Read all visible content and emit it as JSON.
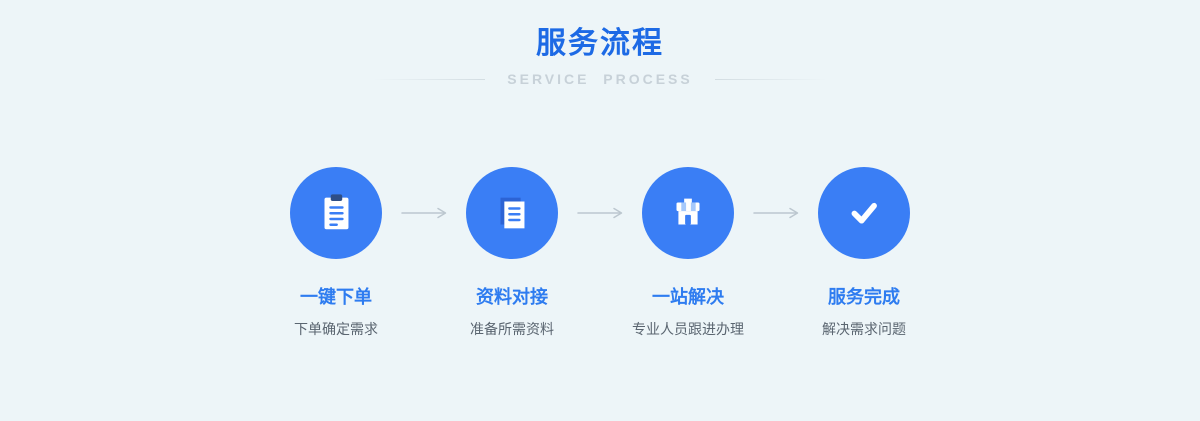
{
  "header": {
    "title": "服务流程",
    "subtitle": "SERVICE  PROCESS"
  },
  "steps": [
    {
      "icon": "clipboard-icon",
      "title": "一键下单",
      "desc": "下单确定需求"
    },
    {
      "icon": "documents-icon",
      "title": "资料对接",
      "desc": "准备所需资料"
    },
    {
      "icon": "storefront-icon",
      "title": "一站解决",
      "desc": "专业人员跟进办理"
    },
    {
      "icon": "check-icon",
      "title": "服务完成",
      "desc": "解决需求问题"
    }
  ],
  "colors": {
    "background": "#edf5f8",
    "heading_blue": "#1d6ae5",
    "step_title_blue": "#2e7cf0",
    "circle_blue": "#3a7ef5",
    "subtitle_gray": "#c7d1d8",
    "desc_gray": "#5a6570",
    "arrow_gray": "#bcc7cf"
  }
}
